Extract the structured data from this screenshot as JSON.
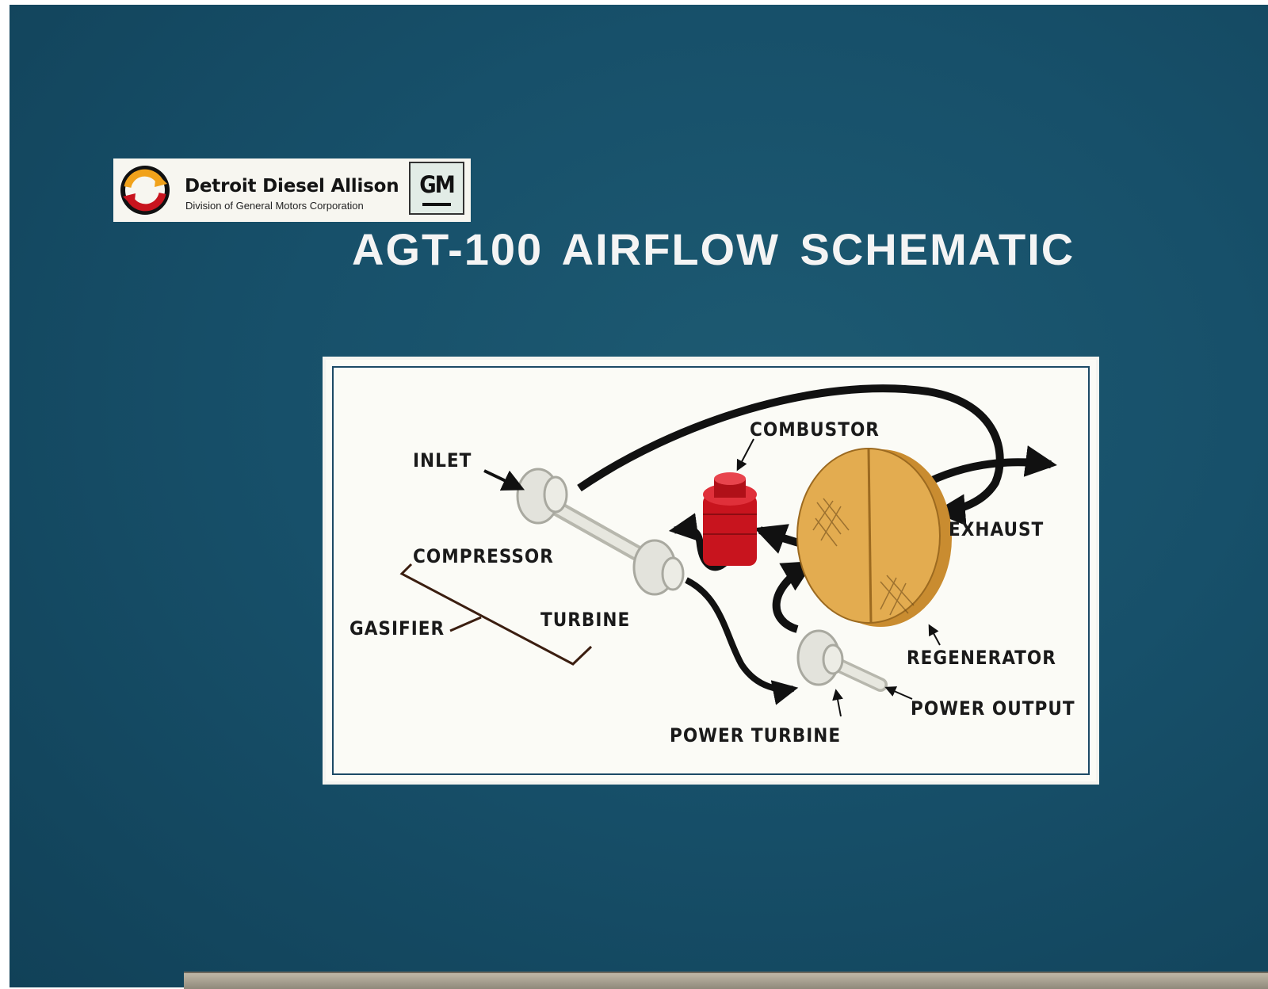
{
  "brand": {
    "name": "Detroit Diesel Allison",
    "division": "Division of General Motors Corporation",
    "badge": "GM"
  },
  "title": "AGT-100 AIRFLOW SCHEMATIC",
  "diagram": {
    "labels": {
      "inlet": "INLET",
      "combustor": "COMBUSTOR",
      "exhaust": "EXHAUST",
      "compressor": "COMPRESSOR",
      "gasifier": "GASIFIER",
      "turbine": "TURBINE",
      "regenerator": "REGENERATOR",
      "power_output": "POWER OUTPUT",
      "power_turbine": "POWER TURBINE"
    },
    "colors": {
      "combustor": "#c8141e",
      "regenerator": "#e0a84a",
      "shaft": "#dcdcd4",
      "arrow": "#111111"
    }
  },
  "colors": {
    "board": "#17506a",
    "title_text": "#f4f4f4"
  }
}
